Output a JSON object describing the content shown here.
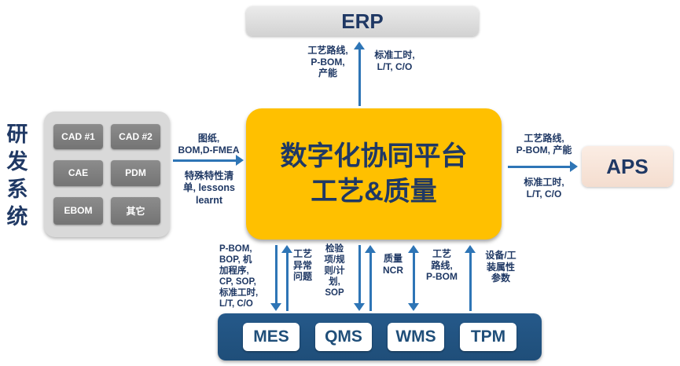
{
  "colors": {
    "arrow_blue": "#2E75B6",
    "navy_text": "#1F3864",
    "platform_orange": "#FFC000",
    "bar_dark_blue": "#1F4E79",
    "panel_gray": "#D9D9D9",
    "module_gray": "#7F7F7F",
    "erp_gray": "#D9D9D9",
    "aps_peach": "#F6DFD2"
  },
  "rd_system": {
    "label": "研发系统",
    "modules": [
      "CAD #1",
      "CAD #2",
      "CAE",
      "PDM",
      "EBOM",
      "其它"
    ]
  },
  "erp": {
    "label": "ERP",
    "flow_left": "工艺路线,\nP-BOM,\n产能",
    "flow_right": "标准工时,\nL/T, C/O"
  },
  "platform": {
    "title_line1": "数字化协同平台",
    "title_line2": "工艺&质量"
  },
  "rd_flows": {
    "to_platform": "图纸,\nBOM,D-FMEA",
    "from_platform": "特殊特性清\n单, lessons\nlearnt"
  },
  "aps": {
    "label": "APS",
    "flow_top": "工艺路线,\nP-BOM, 产能",
    "flow_bottom": "标准工时,\nL/T, C/O"
  },
  "execution": {
    "systems": [
      "MES",
      "QMS",
      "WMS",
      "TPM"
    ],
    "flows": [
      "P-BOM,\nBOP, 机\n加程序,\nCP, SOP,\n标准工时,\nL/T, C/O",
      "工艺\n异常\n问题",
      "检验\n项/规\n则/计\n划,\nSOP",
      "质量\nNCR",
      "工艺\n路线,\nP-BOM",
      "设备/工\n装属性\n参数"
    ]
  }
}
